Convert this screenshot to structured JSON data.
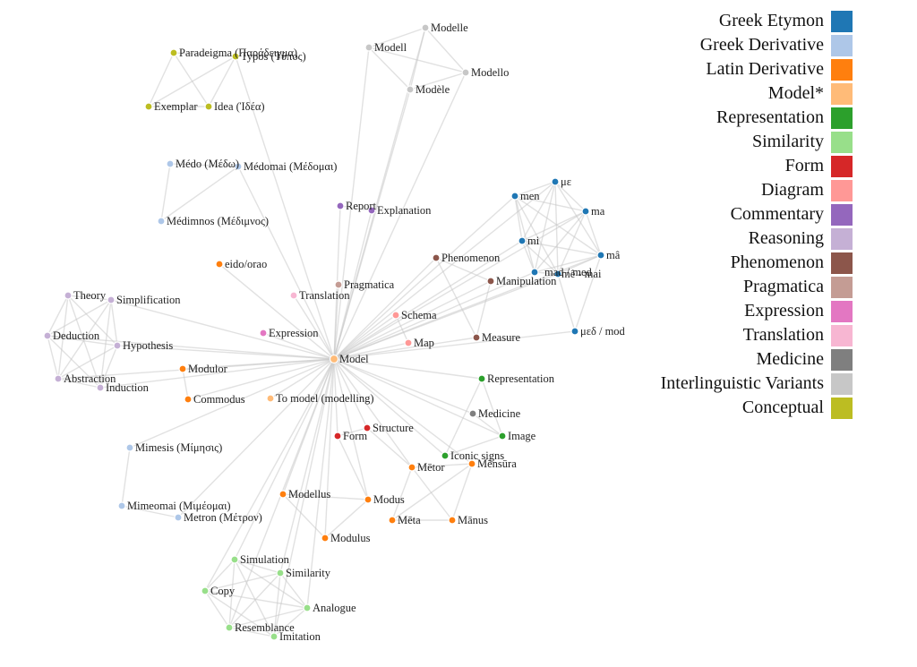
{
  "legend": [
    {
      "label": "Greek Etymon",
      "color": "#1f77b4"
    },
    {
      "label": "Greek Derivative",
      "color": "#aec7e8"
    },
    {
      "label": "Latin Derivative",
      "color": "#ff7f0e"
    },
    {
      "label": "Model*",
      "color": "#ffbb78"
    },
    {
      "label": "Representation",
      "color": "#2ca02c"
    },
    {
      "label": "Similarity",
      "color": "#98df8a"
    },
    {
      "label": "Form",
      "color": "#d62728"
    },
    {
      "label": "Diagram",
      "color": "#ff9896"
    },
    {
      "label": "Commentary",
      "color": "#9467bd"
    },
    {
      "label": "Reasoning",
      "color": "#c5b0d5"
    },
    {
      "label": "Phenomenon",
      "color": "#8c564b"
    },
    {
      "label": "Pragmatica",
      "color": "#c49c94"
    },
    {
      "label": "Expression",
      "color": "#e377c2"
    },
    {
      "label": "Translation",
      "color": "#f7b6d2"
    },
    {
      "label": "Medicine",
      "color": "#7f7f7f"
    },
    {
      "label": "Interlinguistic Variants",
      "color": "#c7c7c7"
    },
    {
      "label": "Conceptual",
      "color": "#bcbd22"
    }
  ],
  "nodes": [
    {
      "id": "model",
      "label": "Model",
      "group": "Model*"
    },
    {
      "id": "modelle",
      "label": "Modelle",
      "group": "Interlinguistic Variants"
    },
    {
      "id": "modell",
      "label": "Modell",
      "group": "Interlinguistic Variants"
    },
    {
      "id": "modello",
      "label": "Modello",
      "group": "Interlinguistic Variants"
    },
    {
      "id": "modele",
      "label": "Modèle",
      "group": "Interlinguistic Variants"
    },
    {
      "id": "paradeigma",
      "label": "Paradeigma (Παράδειγμα)",
      "group": "Conceptual"
    },
    {
      "id": "typos",
      "label": "Typos (Τύπος)",
      "group": "Conceptual"
    },
    {
      "id": "exemplar",
      "label": "Exemplar",
      "group": "Conceptual"
    },
    {
      "id": "idea",
      "label": "Idea (Ἰδέα)",
      "group": "Conceptual"
    },
    {
      "id": "medo",
      "label": "Médo (Μέδω)",
      "group": "Greek Derivative"
    },
    {
      "id": "medomai",
      "label": "Médomai (Μέδομαι)",
      "group": "Greek Derivative"
    },
    {
      "id": "medimnos",
      "label": "Médimnos (Μέδιμνος)",
      "group": "Greek Derivative"
    },
    {
      "id": "report",
      "label": "Report",
      "group": "Commentary"
    },
    {
      "id": "explanation",
      "label": "Explanation",
      "group": "Commentary"
    },
    {
      "id": "eido",
      "label": "eido/orao",
      "group": "Latin Derivative"
    },
    {
      "id": "pragmatica",
      "label": "Pragmatica",
      "group": "Pragmatica"
    },
    {
      "id": "translation",
      "label": "Translation",
      "group": "Translation"
    },
    {
      "id": "phenomenon",
      "label": "Phenomenon",
      "group": "Phenomenon"
    },
    {
      "id": "manipulation",
      "label": "Manipulation",
      "group": "Phenomenon"
    },
    {
      "id": "measure",
      "label": "Measure",
      "group": "Phenomenon"
    },
    {
      "id": "schema",
      "label": "Schema",
      "group": "Diagram"
    },
    {
      "id": "map",
      "label": "Map",
      "group": "Diagram"
    },
    {
      "id": "expression",
      "label": "Expression",
      "group": "Expression"
    },
    {
      "id": "theory",
      "label": "Theory",
      "group": "Reasoning"
    },
    {
      "id": "simplification",
      "label": "Simplification",
      "group": "Reasoning"
    },
    {
      "id": "deduction",
      "label": "Deduction",
      "group": "Reasoning"
    },
    {
      "id": "hypothesis",
      "label": "Hypothesis",
      "group": "Reasoning"
    },
    {
      "id": "abstraction",
      "label": "Abstraction",
      "group": "Reasoning"
    },
    {
      "id": "induction",
      "label": "Induction",
      "group": "Reasoning"
    },
    {
      "id": "modulor",
      "label": "Modulor",
      "group": "Latin Derivative"
    },
    {
      "id": "commodus",
      "label": "Commodus",
      "group": "Latin Derivative"
    },
    {
      "id": "tomodel",
      "label": "To model (modelling)",
      "group": "Model*"
    },
    {
      "id": "me",
      "label": "με",
      "group": "Greek Etymon"
    },
    {
      "id": "men",
      "label": "men",
      "group": "Greek Etymon"
    },
    {
      "id": "ma",
      "label": "ma",
      "group": "Greek Etymon"
    },
    {
      "id": "mi",
      "label": "mi",
      "group": "Greek Etymon"
    },
    {
      "id": "maa",
      "label": "mâ",
      "group": "Greek Etymon"
    },
    {
      "id": "mad",
      "label": "mad / med",
      "group": "Greek Etymon"
    },
    {
      "id": "mai",
      "label": "mê - mai",
      "group": "Greek Etymon"
    },
    {
      "id": "med",
      "label": "μεδ / mod",
      "group": "Greek Etymon"
    },
    {
      "id": "representation",
      "label": "Representation",
      "group": "Representation"
    },
    {
      "id": "medicine",
      "label": "Medicine",
      "group": "Medicine"
    },
    {
      "id": "image",
      "label": "Image",
      "group": "Representation"
    },
    {
      "id": "iconic",
      "label": "Iconic signs",
      "group": "Representation"
    },
    {
      "id": "structure",
      "label": "Structure",
      "group": "Form"
    },
    {
      "id": "form",
      "label": "Form",
      "group": "Form"
    },
    {
      "id": "mimesis",
      "label": "Mimesis (Μίμησις)",
      "group": "Greek Derivative"
    },
    {
      "id": "mimeomai",
      "label": "Mimeomai (Μιμέομαι)",
      "group": "Greek Derivative"
    },
    {
      "id": "metron",
      "label": "Metron (Μέτρον)",
      "group": "Greek Derivative"
    },
    {
      "id": "metor",
      "label": "Mētor",
      "group": "Latin Derivative"
    },
    {
      "id": "mensura",
      "label": "Mēnsūra",
      "group": "Latin Derivative"
    },
    {
      "id": "modellus",
      "label": "Modellus",
      "group": "Latin Derivative"
    },
    {
      "id": "modus",
      "label": "Modus",
      "group": "Latin Derivative"
    },
    {
      "id": "meta",
      "label": "Mēta",
      "group": "Latin Derivative"
    },
    {
      "id": "manus",
      "label": "Mānus",
      "group": "Latin Derivative"
    },
    {
      "id": "modulus",
      "label": "Modulus",
      "group": "Latin Derivative"
    },
    {
      "id": "simulation",
      "label": "Simulation",
      "group": "Similarity"
    },
    {
      "id": "similarity",
      "label": "Similarity",
      "group": "Similarity"
    },
    {
      "id": "copy",
      "label": "Copy",
      "group": "Similarity"
    },
    {
      "id": "analogue",
      "label": "Analogue",
      "group": "Similarity"
    },
    {
      "id": "resemblance",
      "label": "Resemblance",
      "group": "Similarity"
    },
    {
      "id": "imitation",
      "label": "Imitation",
      "group": "Similarity"
    }
  ],
  "links": [
    [
      "model",
      "modell"
    ],
    [
      "model",
      "modelle"
    ],
    [
      "model",
      "modele"
    ],
    [
      "model",
      "modello"
    ],
    [
      "model",
      "typos"
    ],
    [
      "model",
      "medomai"
    ],
    [
      "model",
      "eido"
    ],
    [
      "model",
      "report"
    ],
    [
      "model",
      "explanation"
    ],
    [
      "model",
      "pragmatica"
    ],
    [
      "model",
      "translation"
    ],
    [
      "model",
      "expression"
    ],
    [
      "model",
      "phenomenon"
    ],
    [
      "model",
      "manipulation"
    ],
    [
      "model",
      "measure"
    ],
    [
      "model",
      "schema"
    ],
    [
      "model",
      "map"
    ],
    [
      "model",
      "simplification"
    ],
    [
      "model",
      "hypothesis"
    ],
    [
      "model",
      "abstraction"
    ],
    [
      "model",
      "induction"
    ],
    [
      "model",
      "deduction"
    ],
    [
      "model",
      "modulor"
    ],
    [
      "model",
      "commodus"
    ],
    [
      "model",
      "tomodel"
    ],
    [
      "model",
      "men"
    ],
    [
      "model",
      "mi"
    ],
    [
      "model",
      "mad"
    ],
    [
      "model",
      "mai"
    ],
    [
      "model",
      "maa"
    ],
    [
      "model",
      "ma"
    ],
    [
      "model",
      "me"
    ],
    [
      "model",
      "med"
    ],
    [
      "model",
      "representation"
    ],
    [
      "model",
      "medicine"
    ],
    [
      "model",
      "image"
    ],
    [
      "model",
      "iconic"
    ],
    [
      "model",
      "structure"
    ],
    [
      "model",
      "form"
    ],
    [
      "model",
      "mimesis"
    ],
    [
      "model",
      "metron"
    ],
    [
      "model",
      "modellus"
    ],
    [
      "model",
      "modus"
    ],
    [
      "model",
      "metor"
    ],
    [
      "model",
      "mensura"
    ],
    [
      "model",
      "modulus"
    ],
    [
      "model",
      "simulation"
    ],
    [
      "model",
      "similarity"
    ],
    [
      "model",
      "analogue"
    ],
    [
      "model",
      "resemblance"
    ],
    [
      "model",
      "copy"
    ],
    [
      "model",
      "imitation"
    ],
    [
      "modelle",
      "modell"
    ],
    [
      "modelle",
      "modello"
    ],
    [
      "modelle",
      "modele"
    ],
    [
      "modell",
      "modello"
    ],
    [
      "modell",
      "modele"
    ],
    [
      "modello",
      "modele"
    ],
    [
      "paradeigma",
      "typos"
    ],
    [
      "paradeigma",
      "exemplar"
    ],
    [
      "paradeigma",
      "idea"
    ],
    [
      "typos",
      "exemplar"
    ],
    [
      "typos",
      "idea"
    ],
    [
      "exemplar",
      "idea"
    ],
    [
      "medo",
      "medomai"
    ],
    [
      "medo",
      "medimnos"
    ],
    [
      "medomai",
      "medimnos"
    ],
    [
      "report",
      "explanation"
    ],
    [
      "phenomenon",
      "manipulation"
    ],
    [
      "phenomenon",
      "measure"
    ],
    [
      "manipulation",
      "measure"
    ],
    [
      "schema",
      "map"
    ],
    [
      "theory",
      "simplification"
    ],
    [
      "theory",
      "deduction"
    ],
    [
      "theory",
      "hypothesis"
    ],
    [
      "theory",
      "abstraction"
    ],
    [
      "theory",
      "induction"
    ],
    [
      "simplification",
      "deduction"
    ],
    [
      "simplification",
      "hypothesis"
    ],
    [
      "simplification",
      "abstraction"
    ],
    [
      "simplification",
      "induction"
    ],
    [
      "deduction",
      "hypothesis"
    ],
    [
      "deduction",
      "abstraction"
    ],
    [
      "deduction",
      "induction"
    ],
    [
      "hypothesis",
      "abstraction"
    ],
    [
      "hypothesis",
      "induction"
    ],
    [
      "abstraction",
      "induction"
    ],
    [
      "modulor",
      "commodus"
    ],
    [
      "me",
      "men"
    ],
    [
      "me",
      "ma"
    ],
    [
      "me",
      "mi"
    ],
    [
      "me",
      "maa"
    ],
    [
      "me",
      "mad"
    ],
    [
      "me",
      "mai"
    ],
    [
      "men",
      "ma"
    ],
    [
      "men",
      "mi"
    ],
    [
      "men",
      "maa"
    ],
    [
      "men",
      "mad"
    ],
    [
      "men",
      "mai"
    ],
    [
      "ma",
      "mi"
    ],
    [
      "ma",
      "maa"
    ],
    [
      "ma",
      "mad"
    ],
    [
      "ma",
      "mai"
    ],
    [
      "mi",
      "maa"
    ],
    [
      "mi",
      "mad"
    ],
    [
      "mi",
      "mai"
    ],
    [
      "maa",
      "mad"
    ],
    [
      "maa",
      "mai"
    ],
    [
      "maa",
      "med"
    ],
    [
      "mad",
      "mai"
    ],
    [
      "mai",
      "med"
    ],
    [
      "representation",
      "iconic"
    ],
    [
      "representation",
      "image"
    ],
    [
      "medicine",
      "image"
    ],
    [
      "iconic",
      "image"
    ],
    [
      "structure",
      "form"
    ],
    [
      "structure",
      "metor"
    ],
    [
      "form",
      "modus"
    ],
    [
      "mimesis",
      "mimeomai"
    ],
    [
      "mimeomai",
      "metron"
    ],
    [
      "metor",
      "mensura"
    ],
    [
      "metor",
      "meta"
    ],
    [
      "metor",
      "manus"
    ],
    [
      "mensura",
      "manus"
    ],
    [
      "mensura",
      "meta"
    ],
    [
      "meta",
      "manus"
    ],
    [
      "modellus",
      "modus"
    ],
    [
      "modellus",
      "modulus"
    ],
    [
      "modus",
      "modulus"
    ],
    [
      "simulation",
      "similarity"
    ],
    [
      "simulation",
      "copy"
    ],
    [
      "simulation",
      "analogue"
    ],
    [
      "simulation",
      "resemblance"
    ],
    [
      "simulation",
      "imitation"
    ],
    [
      "similarity",
      "copy"
    ],
    [
      "similarity",
      "analogue"
    ],
    [
      "similarity",
      "resemblance"
    ],
    [
      "similarity",
      "imitation"
    ],
    [
      "copy",
      "analogue"
    ],
    [
      "copy",
      "resemblance"
    ],
    [
      "copy",
      "imitation"
    ],
    [
      "analogue",
      "resemblance"
    ],
    [
      "analogue",
      "imitation"
    ],
    [
      "resemblance",
      "imitation"
    ]
  ]
}
